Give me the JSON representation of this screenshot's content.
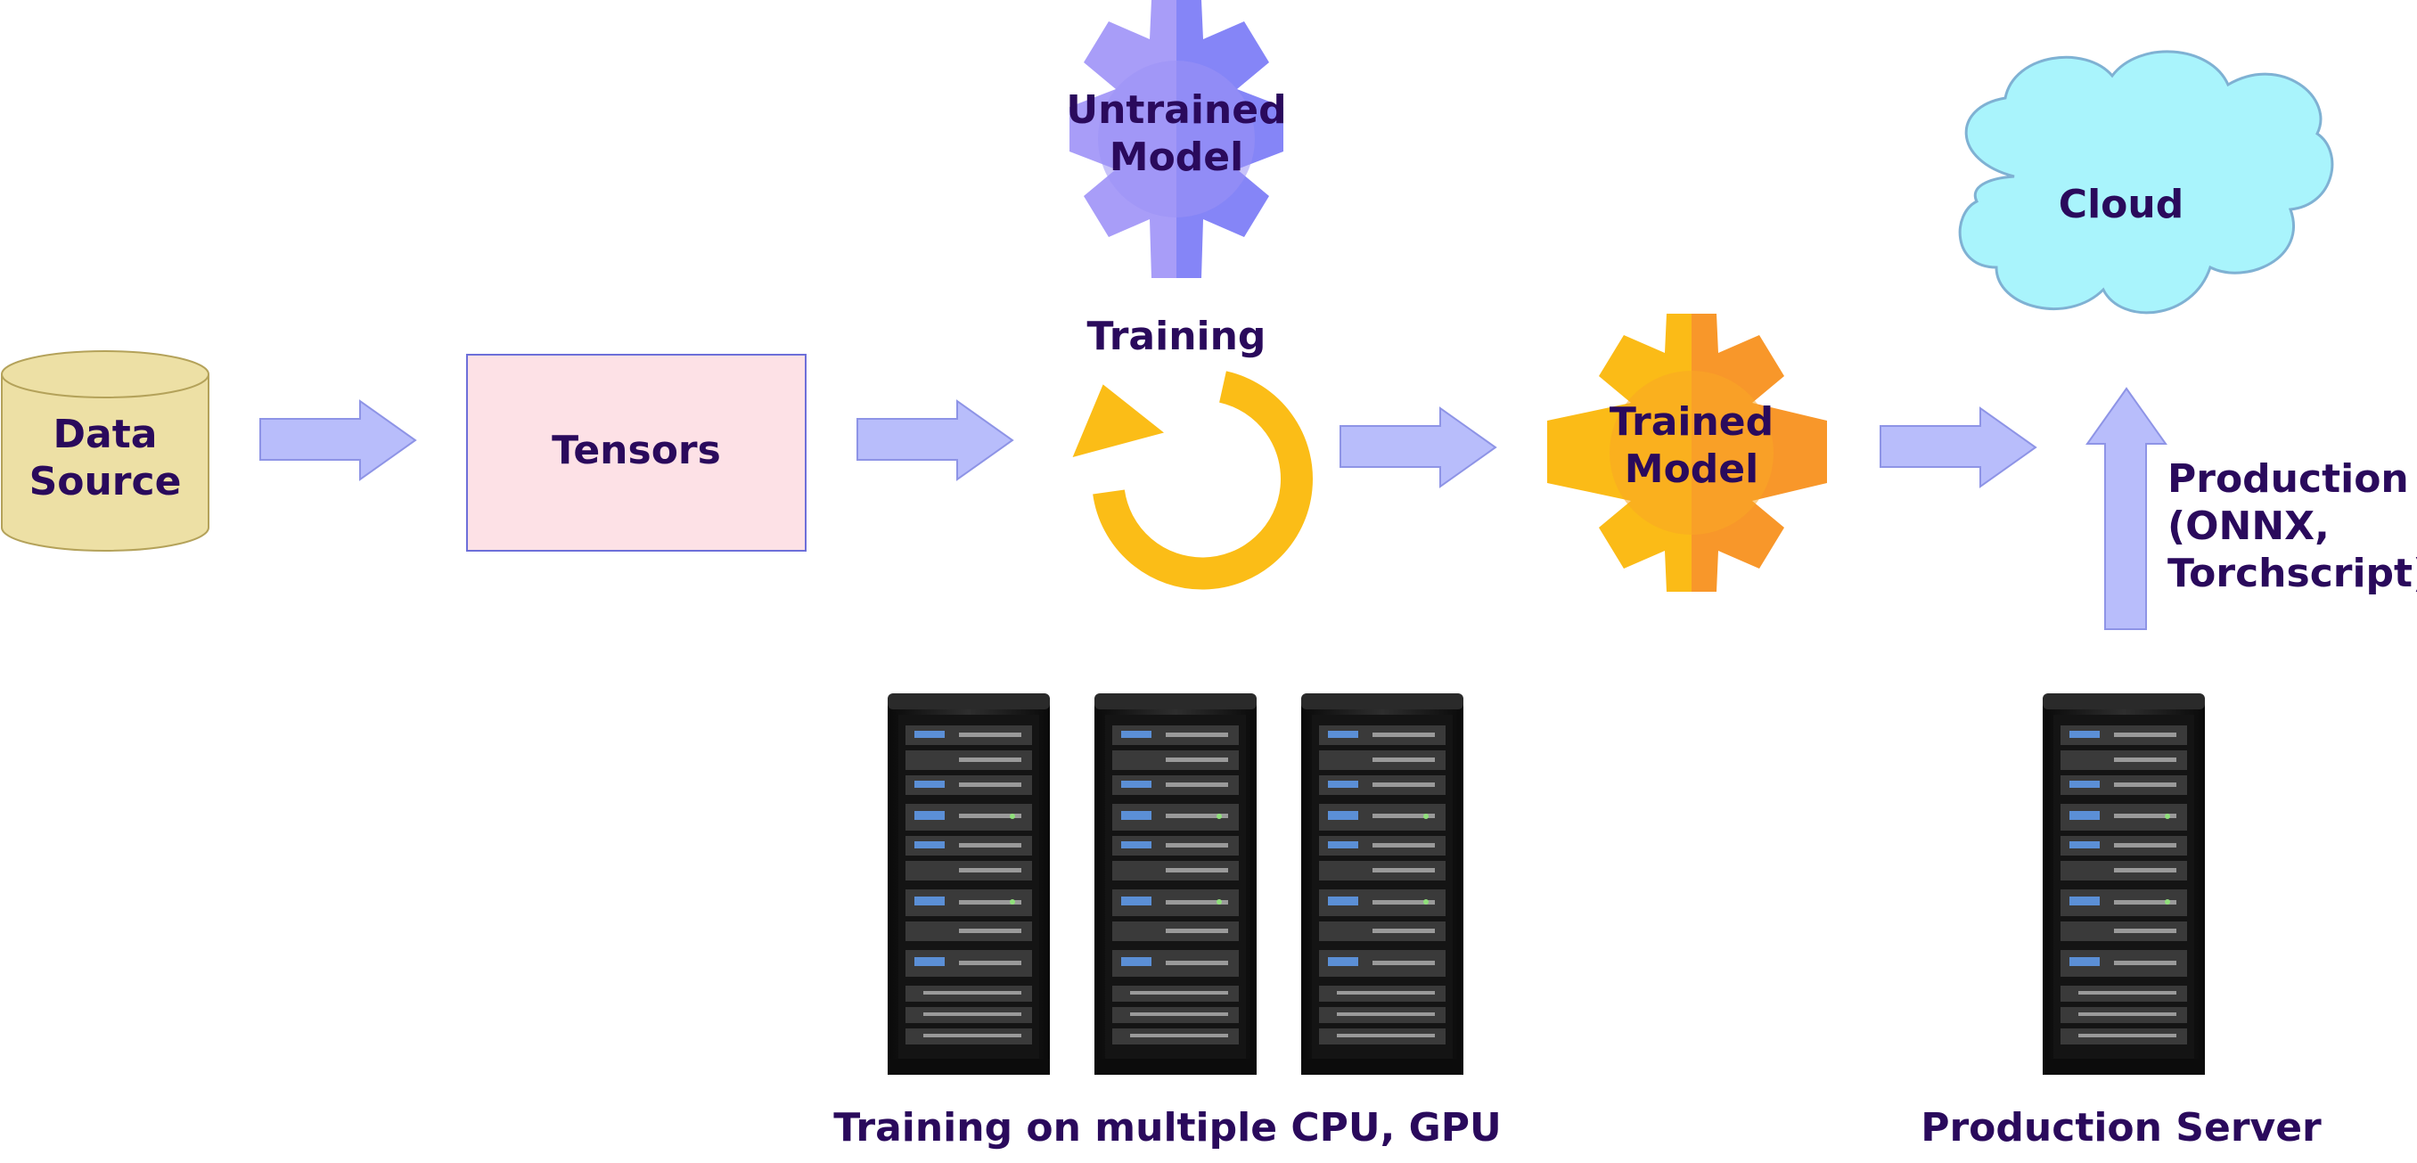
{
  "colors": {
    "text": "#2a0a5c",
    "arrow_fill": "#b8bdfb",
    "arrow_stroke": "#8e94e6",
    "cylinder_fill": "#ede0a5",
    "cylinder_stroke": "#b4a25a",
    "tensor_fill": "#fde1e6",
    "tensor_stroke": "#6d6fd9",
    "untrained_gear_left": "#a89df8",
    "untrained_gear_right": "#8585f7",
    "trained_gear_left": "#fbbb17",
    "trained_gear_right": "#f8972a",
    "cycle": "#fbbd17",
    "cloud_fill": "#a9f4fc",
    "cloud_stroke": "#7fb1d3",
    "rack": "#1c1c1c"
  },
  "icons": {
    "data_source": "database-cylinder-icon",
    "untrained_model": "gear-icon",
    "training": "refresh-cycle-icon",
    "trained_model": "gear-icon",
    "cloud": "cloud-icon",
    "server": "server-rack-icon"
  },
  "nodes": {
    "data_source": {
      "line1": "Data",
      "line2": "Source"
    },
    "tensors": {
      "label": "Tensors"
    },
    "untrained_model": {
      "line1": "Untrained",
      "line2": "Model"
    },
    "training": {
      "label": "Training"
    },
    "trained_model": {
      "line1": "Trained",
      "line2": "Model"
    },
    "cloud": {
      "label": "Cloud"
    },
    "production": {
      "line1": "Production",
      "line2": "(ONNX,",
      "line3": "Torchscript)"
    }
  },
  "captions": {
    "training_servers": "Training on multiple CPU, GPU",
    "production_server": "Production Server"
  }
}
